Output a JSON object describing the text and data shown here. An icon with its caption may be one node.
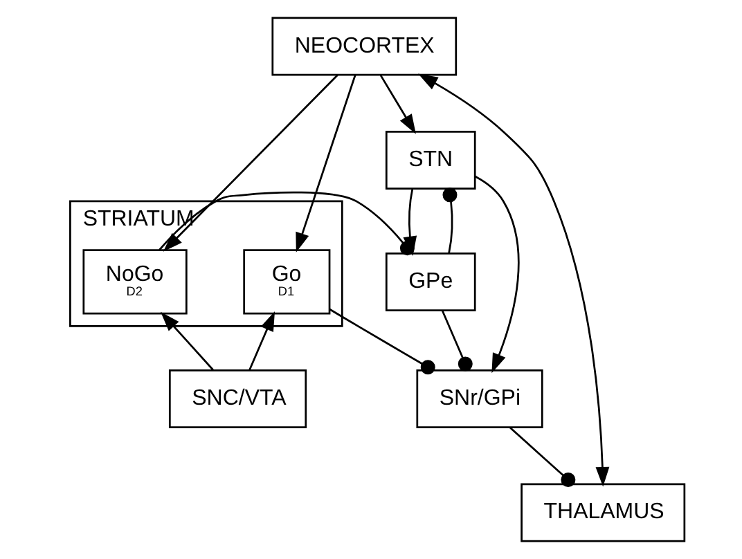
{
  "diagram": {
    "nodes": [
      {
        "text": [
          "NEOCORTEX"
        ]
      },
      {
        "text": [
          "STRIATUM"
        ]
      },
      {
        "text": [
          "Go",
          "D1"
        ],
        "in": 1
      },
      {
        "text": [
          "NoGo",
          "D2"
        ],
        "in": 1
      },
      {
        "text": [
          "THALAMUS"
        ]
      },
      {
        "text": [
          "STN"
        ]
      },
      {
        "text": [
          "GPe"
        ]
      },
      {
        "text": [
          "SNC/VTA"
        ]
      },
      {
        "text": [
          "SNr/GPi"
        ]
      }
    ],
    "edges": [
      {
        "from": 0,
        "to": 2,
        "arrow": "to"
      },
      {
        "from": 0,
        "to": 3,
        "arrow": "to"
      },
      {
        "from": 0,
        "to": 4,
        "arrow": "both"
      },
      {
        "from": 0,
        "to": 5,
        "arrow": "to"
      },
      {
        "from": 8,
        "to": 4,
        "arrow": "other"
      },
      {
        "from": 2,
        "to": 8,
        "arrow": "other"
      },
      {
        "from": 3,
        "to": 6,
        "arrow": "other"
      },
      {
        "from": 5,
        "to": 6,
        "arrow": "to"
      },
      {
        "from": 5,
        "to": 8,
        "arrow": "to"
      },
      {
        "from": 6,
        "to": 5,
        "arrow": "other"
      },
      {
        "from": 6,
        "to": 8,
        "arrow": "other"
      },
      {
        "from": 7,
        "to": 2,
        "arrow": "to"
      },
      {
        "from": 7,
        "to": 3,
        "arrow": "to"
      }
    ]
  }
}
